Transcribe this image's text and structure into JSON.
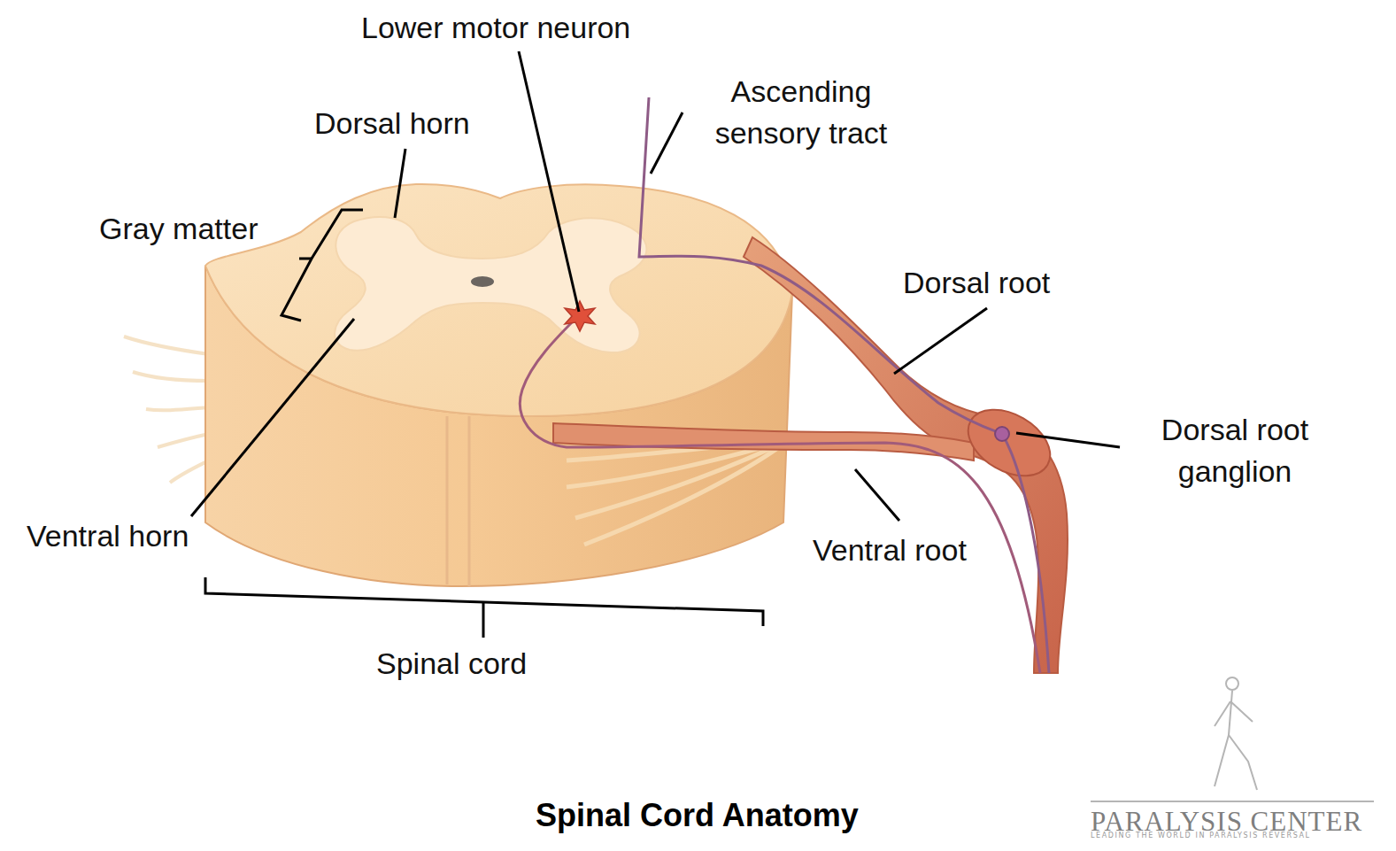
{
  "diagram": {
    "caption": "Spinal Cord Anatomy",
    "labels": [
      "Lower motor neuron",
      "Ascending sensory tract",
      "Dorsal horn",
      "Gray matter",
      "Dorsal root",
      "Dorsal root ganglion",
      "Ventral horn",
      "Ventral root",
      "Spinal cord",
      "PARALYSIS CENTER",
      "LEADING THE WORLD IN PARALYSIS REVERSAL"
    ]
  }
}
